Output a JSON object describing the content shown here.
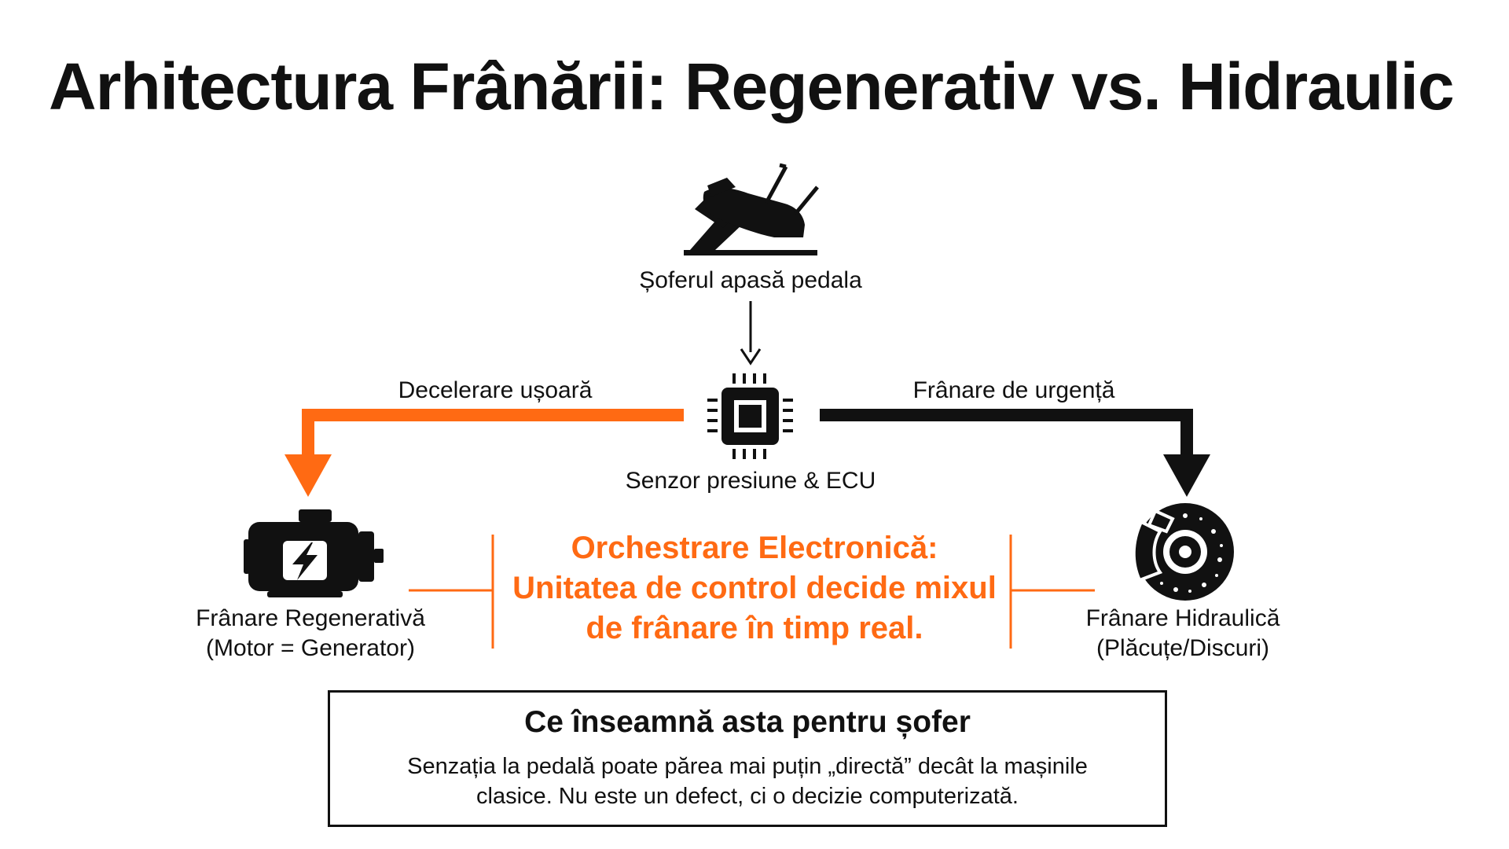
{
  "title": "Arhitectura Frânării: Regenerativ vs. Hidraulic",
  "nodes": {
    "driver": {
      "label": "Șoferul apasă pedala",
      "icon": "brake-pedal-icon"
    },
    "ecu": {
      "label": "Senzor presiune & ECU",
      "icon": "chip-icon"
    },
    "regen": {
      "label_line1": "Frânare Regenerativă",
      "label_line2": "(Motor = Generator)",
      "icon": "electric-motor-icon"
    },
    "hydraulic": {
      "label_line1": "Frânare Hidraulică",
      "label_line2": "(Plăcuțe/Discuri)",
      "icon": "brake-disc-icon"
    }
  },
  "edges": {
    "left": {
      "label": "Decelerare ușoară",
      "color": "#ff6a13"
    },
    "right": {
      "label": "Frânare de urgență",
      "color": "#111111"
    }
  },
  "center_message": {
    "line1": "Orchestrare Electronică:",
    "line2": "Unitatea de control decide mixul",
    "line3": "de frânare în timp real.",
    "color": "#ff6a13"
  },
  "callout": {
    "title": "Ce înseamnă asta pentru șofer",
    "body_line1": "Senzația la pedală poate părea mai puțin „directă” decât la mașinile",
    "body_line2": "clasice. Nu este un defect, ci o decizie computerizată."
  }
}
